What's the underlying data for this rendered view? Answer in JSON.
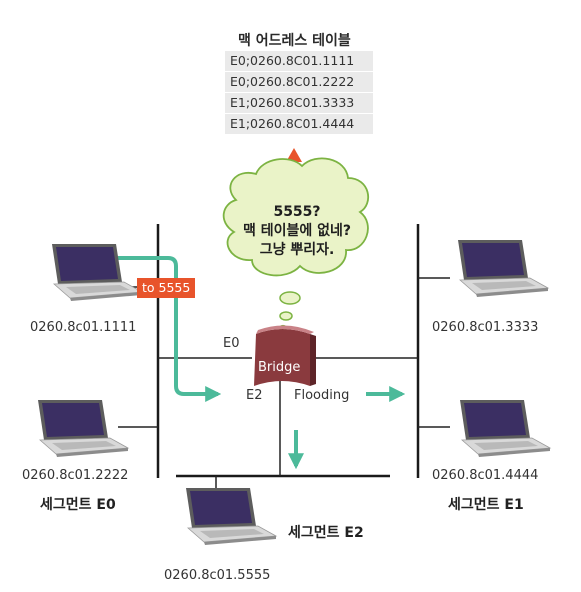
{
  "mac_table": {
    "title": "맥 어드레스 테이블",
    "rows": [
      "E0;0260.8C01.1111",
      "E0;0260.8C01.2222",
      "E1;0260.8C01.3333",
      "E1;0260.8C01.4444"
    ]
  },
  "cloud": {
    "line1": "5555?",
    "line2": "맥 테이블에 없네?",
    "line3": "그냥 뿌리자."
  },
  "bridge": {
    "label": "Bridge",
    "port_e0": "E0",
    "port_e2": "E2",
    "flooding": "Flooding"
  },
  "frame_tag": "to 5555",
  "hosts": {
    "h1111": "0260.8c01.1111",
    "h2222": "0260.8c01.2222",
    "h3333": "0260.8c01.3333",
    "h4444": "0260.8c01.4444",
    "h5555": "0260.8c01.5555"
  },
  "segments": {
    "e0": "세그먼트 E0",
    "e1": "세그먼트 E1",
    "e2": "세그먼트 E2"
  },
  "colors": {
    "arrow_green": "#4cba9a",
    "arrow_red": "#e8542b",
    "cloud_fill": "#eaf3c8",
    "cloud_stroke": "#7cb342",
    "bridge_fill": "#8a3a3e",
    "table_bg": "#eaeaea",
    "laptop_screen": "#3b2f63"
  }
}
